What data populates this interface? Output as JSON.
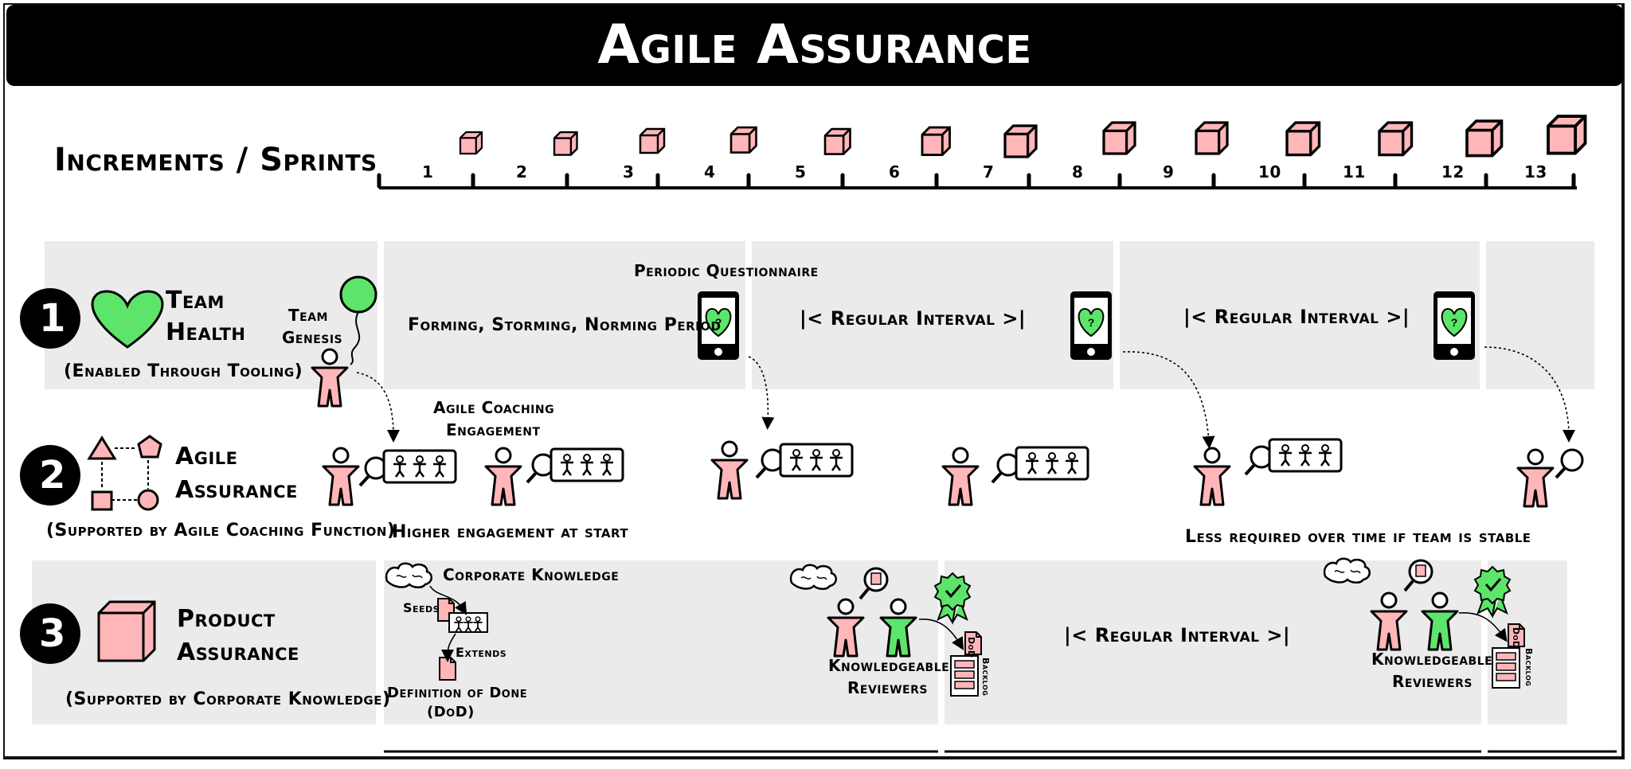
{
  "title": "Agile Assurance",
  "increments": {
    "label": "Increments / Sprints",
    "sprints": [
      "1",
      "2",
      "3",
      "4",
      "5",
      "6",
      "7",
      "8",
      "9",
      "10",
      "11",
      "12",
      "13"
    ]
  },
  "rows": [
    {
      "number": "1",
      "title_line1": "Team",
      "title_line2": "Health",
      "subtitle": "(Enabled Through Tooling)"
    },
    {
      "number": "2",
      "title_line1": "Agile",
      "title_line2": "Assurance",
      "subtitle": "(Supported by Agile Coaching Function)"
    },
    {
      "number": "3",
      "title_line1": "Product",
      "title_line2": "Assurance",
      "subtitle": "(Supported by Corporate Knowledge)"
    }
  ],
  "team_health": {
    "team_genesis_line1": "Team",
    "team_genesis_line2": "Genesis",
    "forming_period": "Forming, Storming,  Norming Period",
    "periodic_questionnaire": "Periodic Questionnaire",
    "regular_interval": "|< Regular Interval  >|"
  },
  "agile_assurance": {
    "coaching_line1": "Agile Coaching",
    "coaching_line2": "Engagement",
    "higher_engagement": "Higher engagement at start",
    "less_required": "Less required over time if team is stable"
  },
  "product_assurance": {
    "corporate_knowledge": "Corporate Knowledge",
    "seeds": "Seeds",
    "extends": "Extends",
    "dod_line1": "Definition of Done",
    "dod_line2": "(DoD)",
    "reviewers_line1": "Knowledgeable",
    "reviewers_line2": "Reviewers",
    "regular_interval": "|< Regular Interval  >|",
    "dod_tag": "DoD",
    "backlog_tag": "Backlog"
  },
  "colors": {
    "pink": "#ffb6b9",
    "green": "#5ce56a",
    "panel": "#ebebeb",
    "ink": "#000000"
  }
}
